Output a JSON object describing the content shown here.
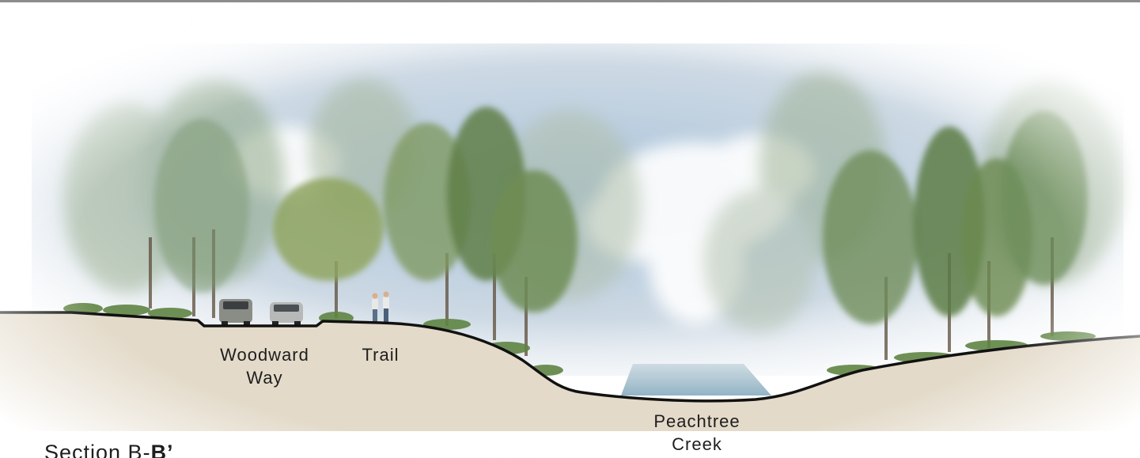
{
  "title": {
    "prefix": "Section B-",
    "suffix": "B’"
  },
  "labels": {
    "road": [
      "Woodward",
      "Way"
    ],
    "trail": "Trail",
    "creek": [
      "Peachtree",
      "Creek"
    ]
  },
  "colors": {
    "ground": "#e3dac9",
    "ground_line": "#111111",
    "sky": "#b9cde0",
    "foliage_light": "#a9bf9a",
    "foliage_dark": "#597d43",
    "water": "#8fb1c3",
    "top_rule": "#8c8c8c"
  }
}
